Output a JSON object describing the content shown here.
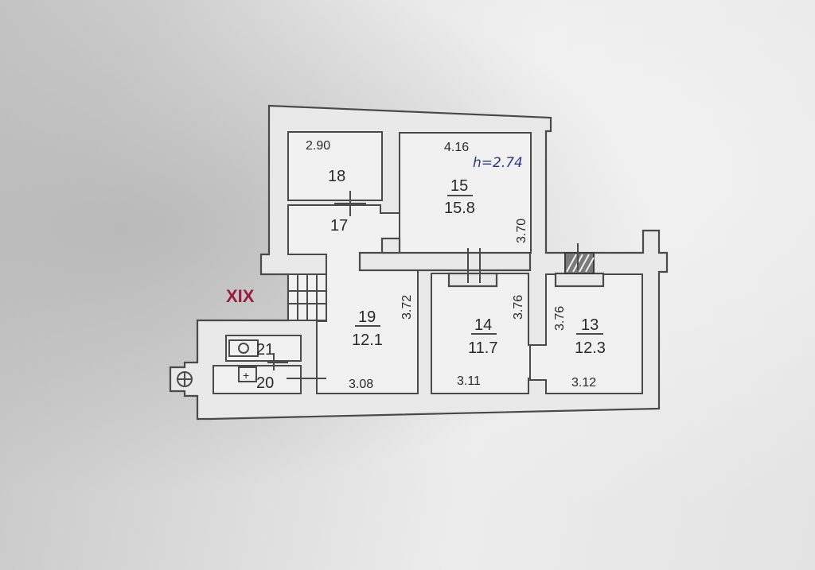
{
  "plan": {
    "corridor_label": "XIX",
    "ceiling_height": "h=2.74",
    "rooms": [
      {
        "id": "18",
        "number": "18",
        "area": "",
        "dimension": "2.90"
      },
      {
        "id": "17",
        "number": "17",
        "area": "",
        "dimension": ""
      },
      {
        "id": "15",
        "number": "15",
        "area": "15.8",
        "dimension_width": "4.16",
        "dimension_depth": "3.70"
      },
      {
        "id": "19",
        "number": "19",
        "area": "12.1",
        "dimension_width": "3.08",
        "dimension_depth": "3.72"
      },
      {
        "id": "14",
        "number": "14",
        "area": "11.7",
        "dimension_width": "3.11",
        "dimension_depth": "3.76"
      },
      {
        "id": "13",
        "number": "13",
        "area": "12.3",
        "dimension_width": "3.12",
        "dimension_depth": "3.76"
      },
      {
        "id": "21",
        "number": "21",
        "area": "",
        "dimension": ""
      },
      {
        "id": "20",
        "number": "20",
        "area": "",
        "dimension": ""
      }
    ],
    "colors": {
      "wall_outline": "#4a4a4a",
      "corridor_mark": "#9b1b3b",
      "handwriting": "#2b3a7a"
    }
  }
}
